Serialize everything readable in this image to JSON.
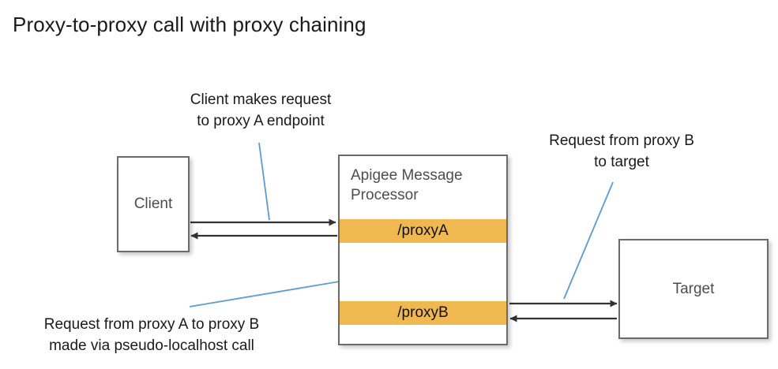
{
  "title": "Proxy-to-proxy call with proxy chaining",
  "colors": {
    "proxy_band": "#f0b851",
    "box_border": "#6b6b6b",
    "arrow": "#333333",
    "connector_line": "#5b9bd5",
    "box_text": "#4d4d4d",
    "title_text": "#1a1a1a"
  },
  "nodes": {
    "client": {
      "label": "Client"
    },
    "target": {
      "label": "Target"
    },
    "apigee": {
      "title": "Apigee Message\nProcessor",
      "proxy_a": "/proxyA",
      "proxy_b": "/proxyB"
    }
  },
  "annotations": {
    "client_request": "Client makes request\nto proxy A endpoint",
    "proxyb_to_target": "Request from proxy B\nto target",
    "proxy_chain": "Request from proxy A to proxy B\nmade via pseudo-localhost call"
  },
  "arrows": [
    {
      "name": "client-to-proxya",
      "direction": "right",
      "from": "client",
      "to": "proxyA"
    },
    {
      "name": "proxya-to-client",
      "direction": "left",
      "from": "proxyA",
      "to": "client"
    },
    {
      "name": "proxya-to-proxyb",
      "direction": "down",
      "from": "proxyA",
      "to": "proxyB"
    },
    {
      "name": "proxyb-to-proxya",
      "direction": "up",
      "from": "proxyB",
      "to": "proxyA"
    },
    {
      "name": "proxyb-to-target",
      "direction": "right",
      "from": "proxyB",
      "to": "target"
    },
    {
      "name": "target-to-proxyb",
      "direction": "left",
      "from": "target",
      "to": "proxyB"
    }
  ]
}
